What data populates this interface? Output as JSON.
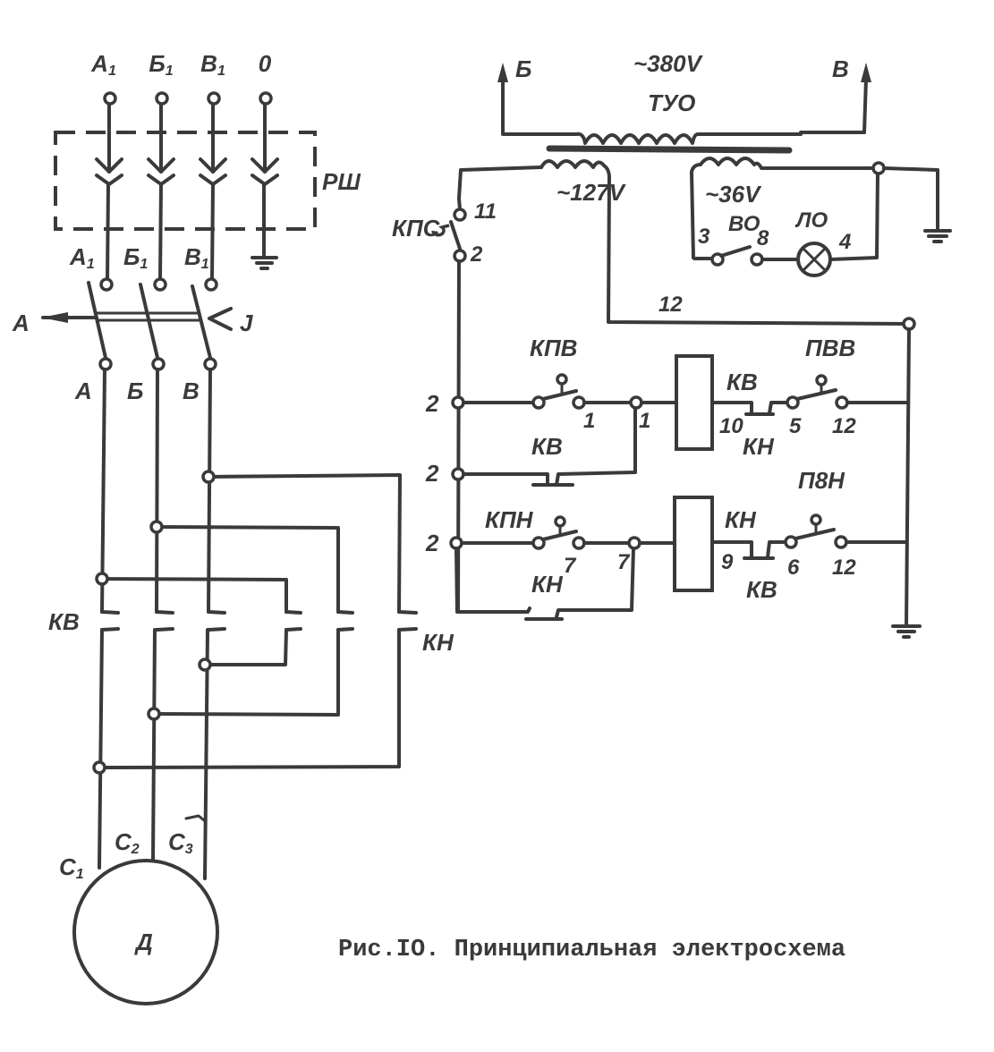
{
  "diagram": {
    "caption": "Рис.IO. Принципиальная электросхема",
    "plug_connector": {
      "label": "РШ",
      "inputs": [
        {
          "letter": "А",
          "sub": "1"
        },
        {
          "letter": "Б",
          "sub": "1"
        },
        {
          "letter": "В",
          "sub": "1"
        },
        {
          "letter": "0",
          "sub": ""
        }
      ]
    },
    "main_switch": {
      "inputs": [
        {
          "letter": "А",
          "sub": "1"
        },
        {
          "letter": "Б",
          "sub": "1"
        },
        {
          "letter": "В",
          "sub": "1"
        }
      ],
      "outputs": [
        "А",
        "Б",
        "В"
      ],
      "off_label": "А",
      "on_label": "J"
    },
    "reversing_contactors": {
      "forward_label": "КВ",
      "reverse_label": "КН"
    },
    "motor": {
      "label": "Д",
      "terminals": [
        {
          "letter": "C",
          "sub": "1"
        },
        {
          "letter": "C",
          "sub": "2"
        },
        {
          "letter": "C",
          "sub": "3"
        }
      ]
    },
    "transformer": {
      "label": "ТУО",
      "primary_voltage": "~380V",
      "primary_left": "Б",
      "primary_right": "В",
      "secondary_control_voltage": "~127V",
      "secondary_light_voltage": "~36V"
    },
    "lighting_circuit": {
      "switch_label": "ВО",
      "lamp_label": "ЛО",
      "wire_3": "3",
      "wire_8": "8",
      "wire_4": "4"
    },
    "control_circuit": {
      "main_switch_label": "КПС",
      "wire_11": "11",
      "wire_2_top": "2",
      "wire_12_top": "12",
      "rung_wire_2": [
        "2",
        "2",
        "2"
      ],
      "forward": {
        "start_button": "КПВ",
        "wire_1a": "1",
        "wire_1b": "1",
        "hold_contact": "КВ",
        "coil": "КВ",
        "wire_10": "10",
        "interlock": "КН",
        "wire_5": "5",
        "limit_switch": "ПВВ",
        "wire_12": "12"
      },
      "reverse": {
        "start_button": "КПН",
        "wire_7a": "7",
        "wire_7b": "7",
        "hold_contact": "КН",
        "coil": "КН",
        "wire_9": "9",
        "interlock": "КВ",
        "wire_6": "6",
        "limit_switch": "П8Н",
        "wire_12": "12"
      }
    }
  }
}
